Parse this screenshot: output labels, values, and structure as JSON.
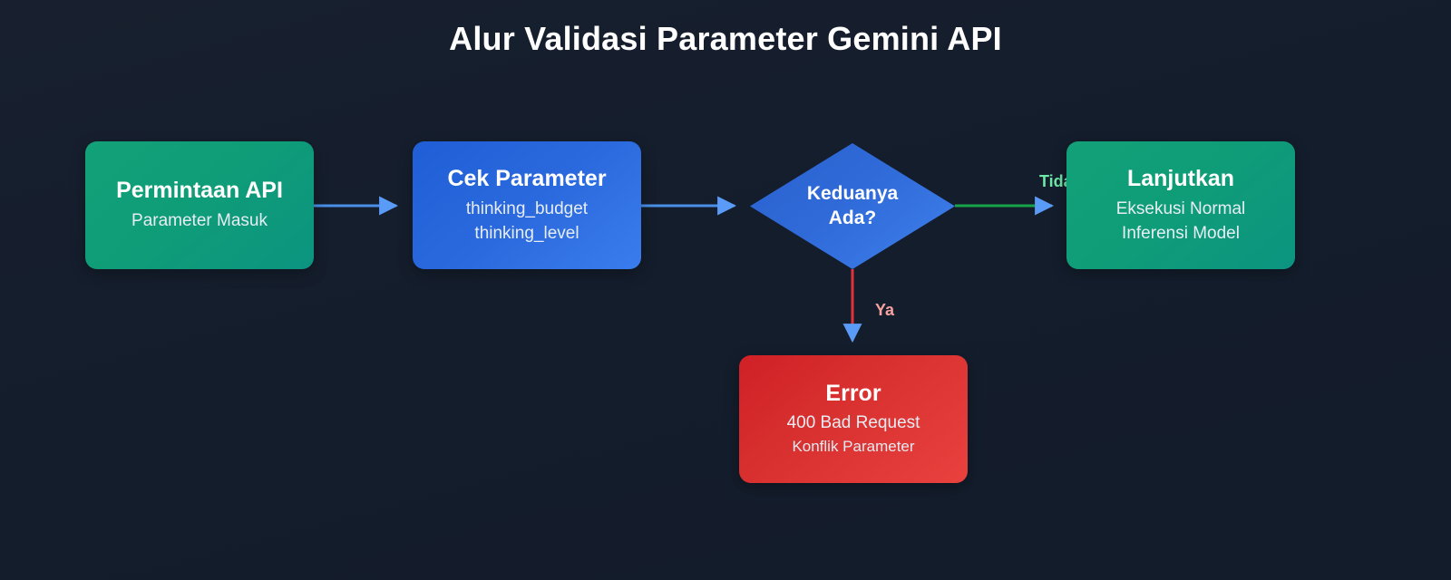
{
  "diagram": {
    "title": "Alur Validasi Parameter Gemini API",
    "background_color": "#151e2e"
  },
  "nodes": {
    "request": {
      "title": "Permintaan API",
      "sub1": "Parameter Masuk",
      "color": "#0f9d78",
      "shape": "rounded-rect"
    },
    "check": {
      "title": "Cek Parameter",
      "sub1": "thinking_budget",
      "sub2": "thinking_level",
      "color": "#2a69dd",
      "shape": "rounded-rect"
    },
    "decision": {
      "line1": "Keduanya",
      "line2": "Ada?",
      "color": "#2f6ad8",
      "shape": "diamond"
    },
    "continue": {
      "title": "Lanjutkan",
      "sub1": "Eksekusi Normal",
      "sub2": "Inferensi Model",
      "color": "#0f9d78",
      "shape": "rounded-rect"
    },
    "error": {
      "title": "Error",
      "sub1": "400 Bad Request",
      "sub2": "Konflik Parameter",
      "color": "#d8302f",
      "shape": "rounded-rect"
    }
  },
  "edges": {
    "request_to_check": {
      "label": "",
      "color": "#4a90e8"
    },
    "check_to_decision": {
      "label": "",
      "color": "#4a90e8"
    },
    "decision_to_continue": {
      "label": "Tidak",
      "color": "#16a34a",
      "label_color": "#6ee7a8"
    },
    "decision_to_error": {
      "label": "Ya",
      "color": "#e0323a",
      "label_color": "#f8a1a1"
    }
  },
  "chart_data": {
    "type": "flowchart",
    "title": "Alur Validasi Parameter Gemini API",
    "nodes": [
      {
        "id": "request",
        "label": "Permintaan API",
        "sublabels": [
          "Parameter Masuk"
        ],
        "shape": "rounded-rect",
        "color": "#0f9d78"
      },
      {
        "id": "check",
        "label": "Cek Parameter",
        "sublabels": [
          "thinking_budget",
          "thinking_level"
        ],
        "shape": "rounded-rect",
        "color": "#2a69dd"
      },
      {
        "id": "decision",
        "label": "Keduanya Ada?",
        "sublabels": [],
        "shape": "diamond",
        "color": "#2f6ad8"
      },
      {
        "id": "continue",
        "label": "Lanjutkan",
        "sublabels": [
          "Eksekusi Normal",
          "Inferensi Model"
        ],
        "shape": "rounded-rect",
        "color": "#0f9d78"
      },
      {
        "id": "error",
        "label": "Error",
        "sublabels": [
          "400 Bad Request",
          "Konflik Parameter"
        ],
        "shape": "rounded-rect",
        "color": "#d8302f"
      }
    ],
    "edges": [
      {
        "from": "request",
        "to": "check",
        "label": "",
        "color": "#4a90e8"
      },
      {
        "from": "check",
        "to": "decision",
        "label": "",
        "color": "#4a90e8"
      },
      {
        "from": "decision",
        "to": "continue",
        "label": "Tidak",
        "color": "#16a34a"
      },
      {
        "from": "decision",
        "to": "error",
        "label": "Ya",
        "color": "#e0323a"
      }
    ]
  }
}
